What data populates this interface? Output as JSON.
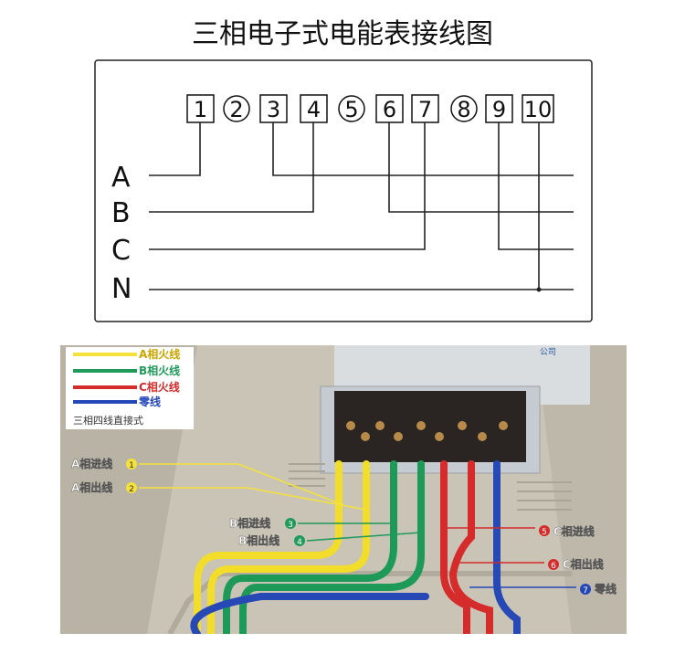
{
  "title": "三相电子式电能表接线图",
  "diagram": {
    "terminals": [
      "1",
      "2",
      "3",
      "4",
      "5",
      "6",
      "7",
      "8",
      "9",
      "10"
    ],
    "circled_terminals": [
      "2",
      "5",
      "8"
    ],
    "phases": [
      "A",
      "B",
      "C",
      "N"
    ]
  },
  "photo": {
    "brand_text": "公司",
    "legend": {
      "items": [
        {
          "label": "A相火线",
          "color": "#f4e13b"
        },
        {
          "label": "B相火线",
          "color": "#1f9a5a"
        },
        {
          "label": "C相火线",
          "color": "#d42b2b"
        },
        {
          "label": "零线",
          "color": "#2447b8"
        }
      ],
      "caption": "三相四线直接式"
    },
    "callouts_left": [
      {
        "text": "A相进线",
        "num": "1",
        "color": "#f4e13b"
      },
      {
        "text": "A相出线",
        "num": "2",
        "color": "#f4e13b"
      },
      {
        "text": "B相进线",
        "num": "3",
        "color": "#1f9a5a"
      },
      {
        "text": "B相出线",
        "num": "4",
        "color": "#1f9a5a"
      }
    ],
    "callouts_right": [
      {
        "text": "C相进线",
        "num": "5",
        "color": "#d42b2b"
      },
      {
        "text": "C相出线",
        "num": "6",
        "color": "#d42b2b"
      },
      {
        "text": "零线",
        "num": "7",
        "color": "#2447b8"
      }
    ]
  }
}
